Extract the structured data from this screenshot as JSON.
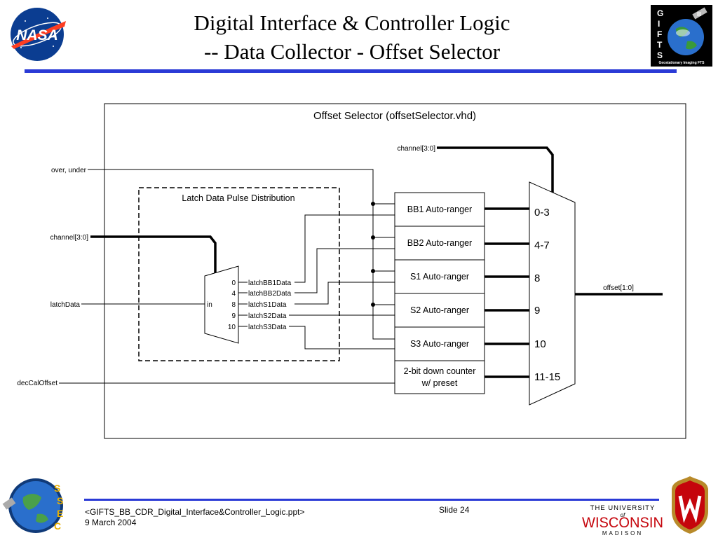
{
  "slide": {
    "title_line1": "Digital Interface & Controller Logic",
    "title_line2": "-- Data Collector - Offset Selector",
    "nasa_logo_text": "NASA",
    "gifts_letters": [
      "G",
      "I",
      "F",
      "T",
      "S"
    ],
    "gifts_caption": "Geostationary Imaging FTS",
    "ssec_letters": [
      "S",
      "S",
      "E",
      "C"
    ],
    "wisc_line1": "THE UNIVERSITY",
    "wisc_of": "of",
    "wisc_line2": "WISCONSIN",
    "wisc_line3": "MADISON"
  },
  "diagram": {
    "title": "Offset Selector (offsetSelector.vhd)",
    "latch_title": "Latch Data Pulse Distribution",
    "signals": {
      "over_under": "over, under",
      "channel_in": "channel[3:0]",
      "channel_top": "channel[3:0]",
      "latch_data": "latchData",
      "dec_cal_offset": "decCalOffset",
      "offset_out": "offset[1:0]"
    },
    "demux": {
      "input": "in",
      "selects": [
        "0",
        "4",
        "8",
        "9",
        "10"
      ],
      "outputs": [
        "latchBB1Data",
        "latchBB2Data",
        "latchS1Data",
        "latchS2Data",
        "latchS3Data"
      ]
    },
    "blocks": [
      "BB1 Auto-ranger",
      "BB2 Auto-ranger",
      "S1 Auto-ranger",
      "S2 Auto-ranger",
      "S3 Auto-ranger"
    ],
    "counter_line1": "2-bit down counter",
    "counter_line2": "w/ preset",
    "mux_inputs": [
      "0-3",
      "4-7",
      "8",
      "9",
      "10",
      "11-15"
    ]
  },
  "footer": {
    "filename": "<GIFTS_BB_CDR_Digital_Interface&Controller_Logic.ppt>",
    "date": "9 March 2004",
    "slide": "Slide 24"
  },
  "colors": {
    "rule": "#2a3ad6",
    "nasa_blue": "#0b3d91",
    "nasa_red": "#fc3d21",
    "wisc_red": "#c5050c",
    "earth_blue": "#2a6fcc"
  }
}
